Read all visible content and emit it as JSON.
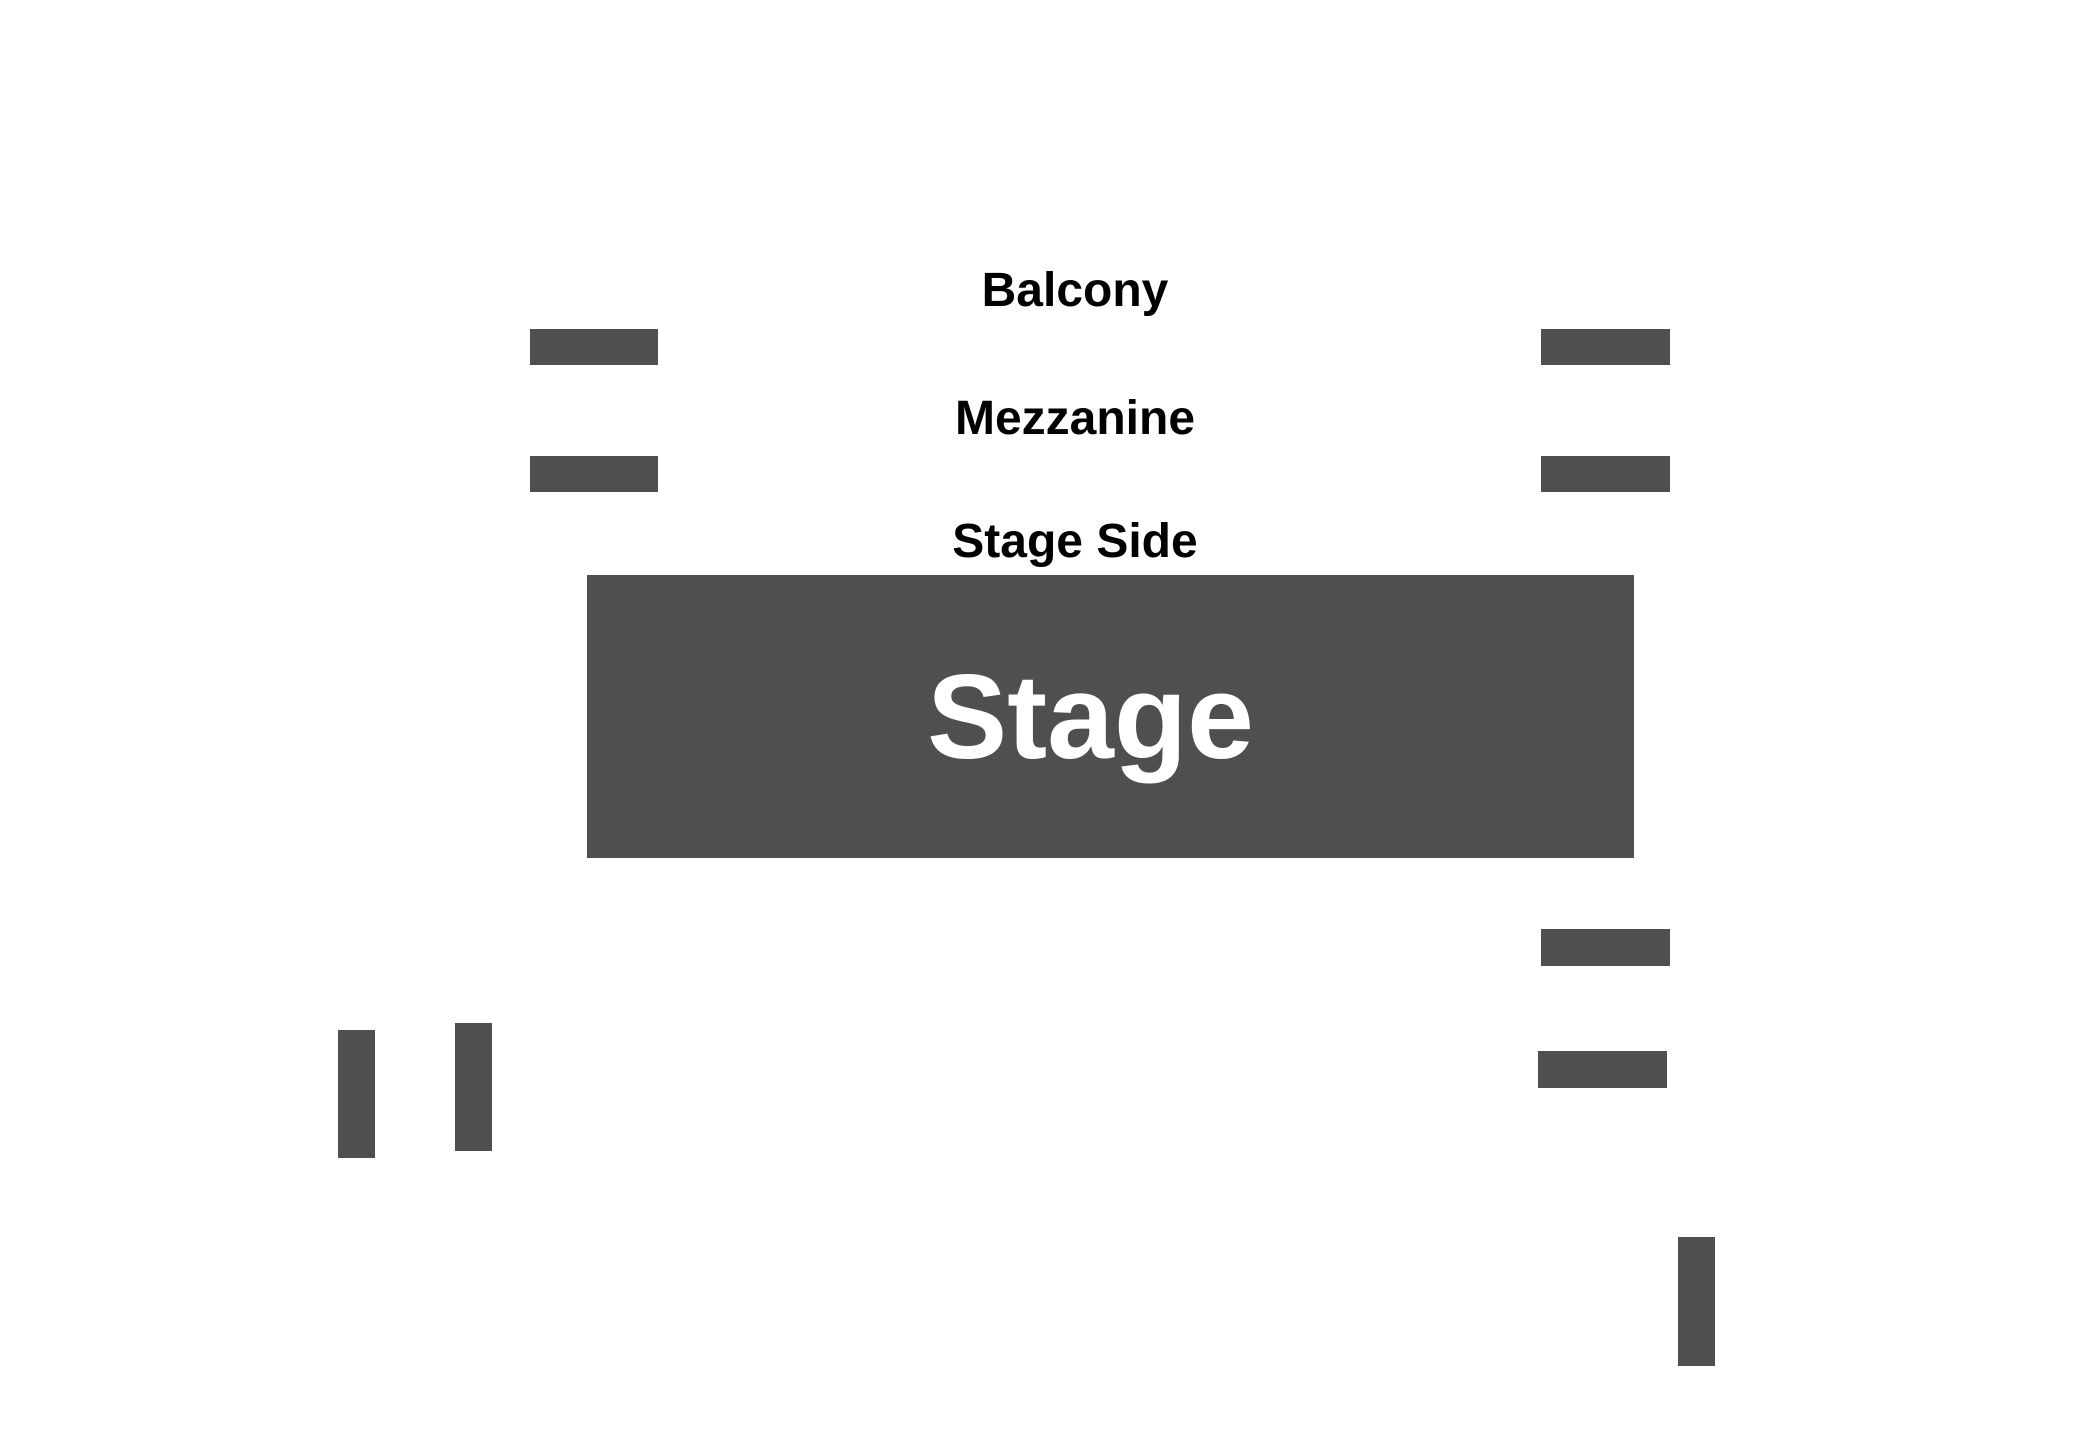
{
  "sections": {
    "balcony": "Balcony",
    "mezzanine": "Mezzanine",
    "stage_side": "Stage Side"
  },
  "stage": {
    "label": "Stage"
  },
  "colors": {
    "block": "#4f4f4f",
    "stage_text": "#ffffff",
    "section_text": "#000000",
    "background": "#ffffff"
  }
}
